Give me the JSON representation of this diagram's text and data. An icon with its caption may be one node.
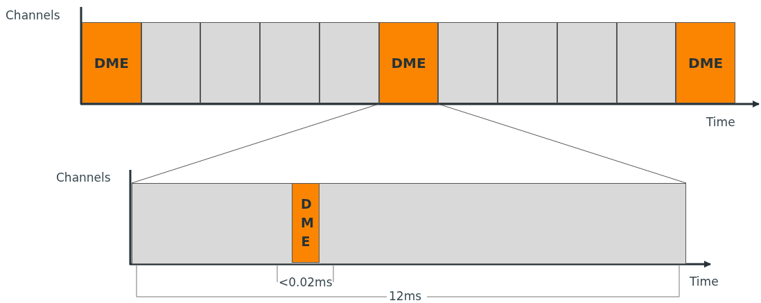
{
  "diagram": {
    "nodes": [
      {
        "text": [
          "DME"
        ]
      },
      {
        "text": [],
        "shape": "box"
      },
      {
        "text": [],
        "shape": "box"
      },
      {
        "text": [],
        "shape": "box"
      },
      {
        "text": [],
        "shape": "box"
      },
      {
        "text": [
          "DME"
        ]
      },
      {
        "text": [],
        "shape": "box"
      },
      {
        "text": [],
        "shape": "box"
      },
      {
        "text": [],
        "shape": "box"
      },
      {
        "text": [],
        "shape": "box"
      },
      {
        "text": [
          "DME"
        ]
      },
      {
        "text": [],
        "shape": "box"
      },
      {
        "text": [
          "DME"
        ],
        "in": 11
      }
    ],
    "edges": [
      {
        "from": 5,
        "to": 11,
        "arrow": "none"
      },
      {
        "from": 5,
        "to": 11,
        "arrow": "none"
      }
    ],
    "labels": [
      "Channels",
      "Time",
      "Channels",
      "<0.02ms",
      "12ms",
      "Time"
    ]
  }
}
